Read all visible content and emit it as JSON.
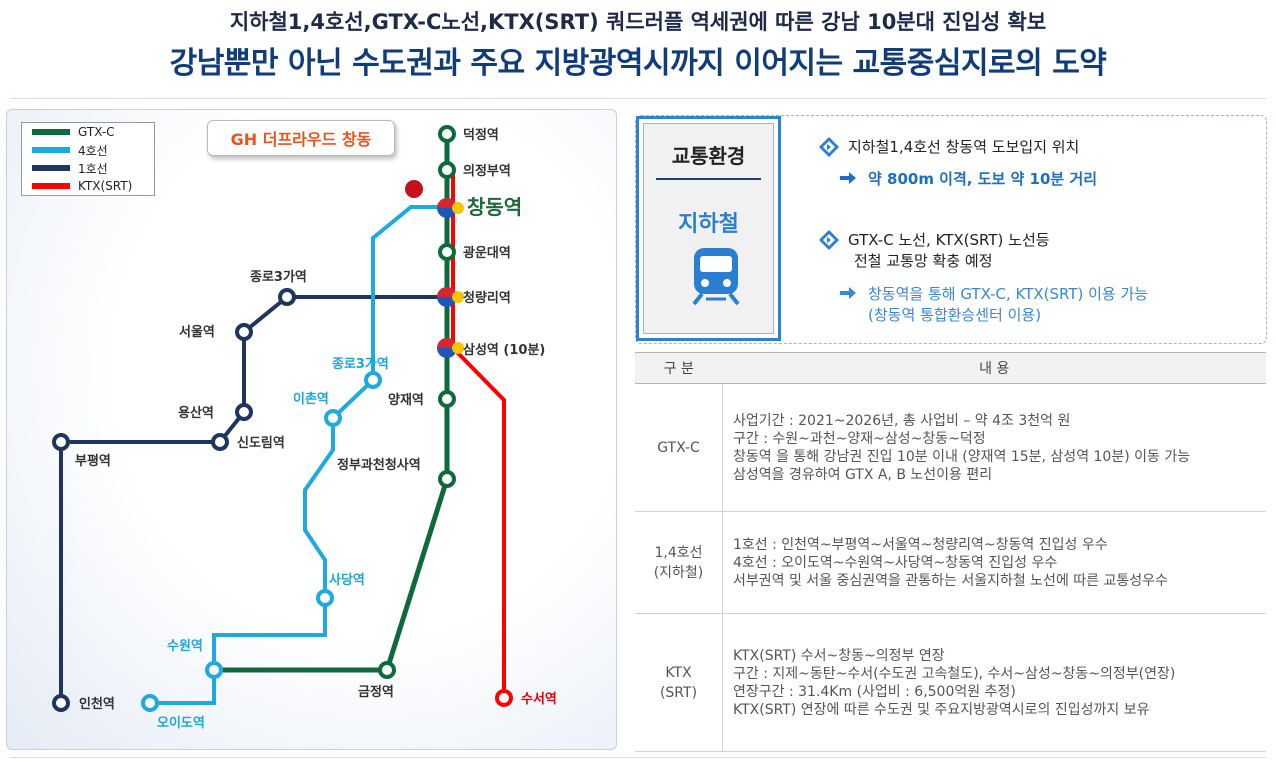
{
  "header": {
    "line1": "지하철1,4호선,GTX-C노선,KTX(SRT) 쿼드러플 역세권에 따른 강남 10분대 진입성 확보",
    "line2": "강남뿐만 아닌 수도권과 주요 지방광역시까지 이어지는 교통중심지로의 도약"
  },
  "map": {
    "legend": [
      {
        "label": "GTX-C",
        "color": "#0d6a3d"
      },
      {
        "label": "4호선",
        "color": "#1fa9e1"
      },
      {
        "label": "1호선",
        "color": "#1f3560"
      },
      {
        "label": "KTX(SRT)",
        "color": "#ff0000"
      }
    ],
    "callout": "GH 더프라우드 창동",
    "stations": {
      "deokjeong": "덕정역",
      "uijeongbu": "의정부역",
      "changdong": "창동역",
      "gwangun": "광운대역",
      "cheongnyangni": "청량리역",
      "samseong": "삼성역 (10분)",
      "yangjae": "양재역",
      "gwacheon": "정부과천청사역",
      "jongno3_line1": "종로3가역",
      "seoul": "서울역",
      "yongsan": "용산역",
      "sindorim": "신도림역",
      "bupyeong": "부평역",
      "incheon": "인천역",
      "jongno3_line4": "종로3가역",
      "ichon": "이촌역",
      "sadang": "사당역",
      "suwon": "수원역",
      "oido": "오이도역",
      "geumjeong": "금정역",
      "suseo": "수서역"
    }
  },
  "transit": {
    "card_title": "교통환경",
    "card_subtitle": "지하철",
    "bullets": [
      {
        "text": "지하철1,4호선 창동역 도보입지 위치",
        "sub": [
          "약 800m 이격, 도보 약 10분 거리"
        ]
      },
      {
        "text": "GTX-C 노선, KTX(SRT) 노선등",
        "text2": "전철 교통망 확충 예정",
        "sub": [
          "창동역을 통해 GTX-C, KTX(SRT) 이용 가능",
          "(창동역 통합환승센터 이용)"
        ]
      }
    ]
  },
  "table": {
    "headers": [
      "구 분",
      "내 용"
    ],
    "rows": [
      {
        "category": [
          "GTX-C"
        ],
        "lines": [
          "사업기간 : 2021~2026년, 총 사업비 – 약 4조 3천억 원",
          "구간 : 수원~과천~양재~삼성~창동~덕정",
          "창동역 을 통해 강남권 진입 10분 이내 (양재역 15분, 삼성역 10분) 이동 가능",
          "삼성역을 경유하여 GTX A, B 노선이용 편리"
        ]
      },
      {
        "category": [
          "1,4호선",
          "(지하철)"
        ],
        "lines": [
          "1호선 : 인천역~부평역~서울역~청량리역~창동역 진입성 우수",
          "4호선 : 오이도역~수원역~사당역~창동역 진입성 우수",
          "서부권역 및 서울 중심권역을 관통하는 서울지하철 노선에 따른 교통성우수"
        ]
      },
      {
        "category": [
          "KTX",
          "(SRT)"
        ],
        "lines": [
          "KTX(SRT) 수서~창동~의정부 연장",
          "구간 : 지제~동탄~수서(수도권 고속철도), 수서~삼성~창동~의정부(연장)",
          "연장구간 : 31.4Km (사업비 : 6,500억원 추정)",
          "KTX(SRT) 연장에 따른 수도권 및 주요지방광역시로의 진입성까지 보유"
        ]
      }
    ]
  }
}
